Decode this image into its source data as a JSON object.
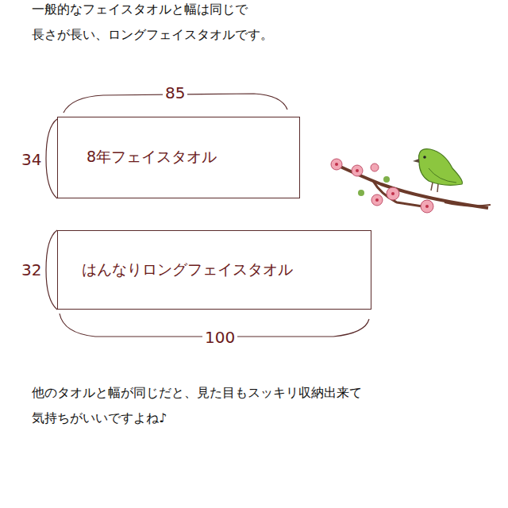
{
  "diagram": {
    "nodes": [
      {
        "text": [
          "8年フェイスタオル"
        ]
      },
      {
        "text": [
          "はんなりロングフェイスタオル"
        ]
      }
    ],
    "labels": [
      "一般的なフェイスタオルと幅は同じで",
      "長さが長い、ロングフェイスタオルです。",
      "85",
      "34",
      "32",
      "100",
      "他のタオルと幅が同じだと、見た目もスッキリ収納出来て",
      "気持ちがいいですよね♪"
    ]
  }
}
